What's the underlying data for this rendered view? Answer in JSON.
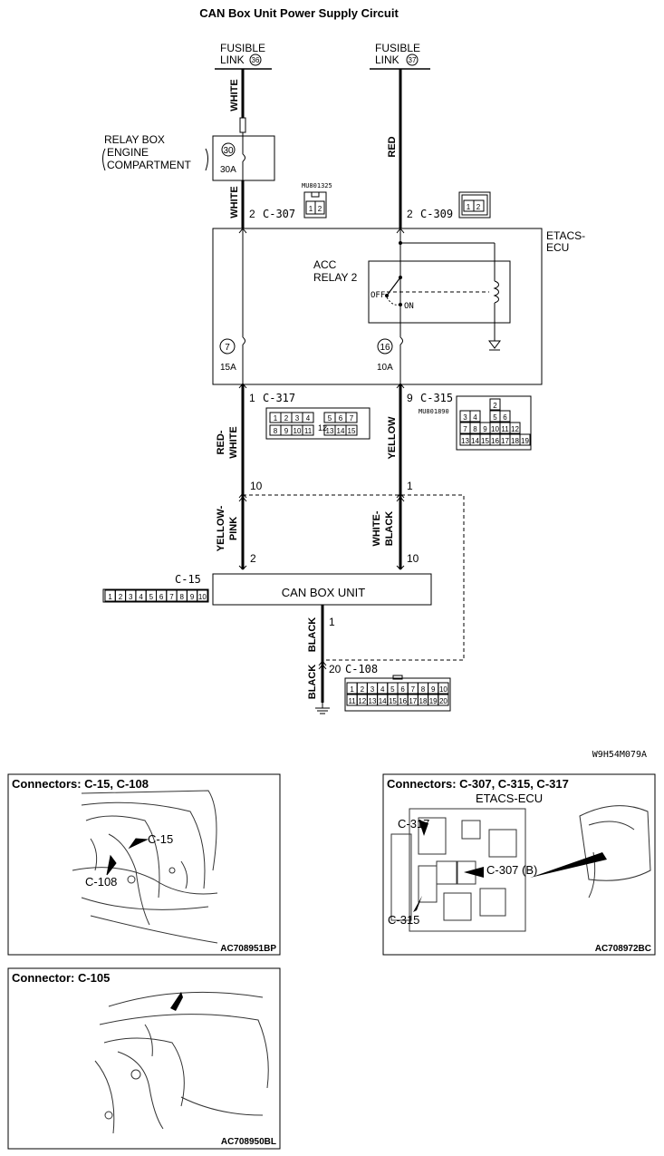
{
  "title": "CAN Box Unit Power Supply Circuit",
  "diagram_code": "W9H54M079A",
  "fusible_links": [
    {
      "label": "FUSIBLE",
      "label2": "LINK",
      "num": "36"
    },
    {
      "label": "FUSIBLE",
      "label2": "LINK",
      "num": "37"
    }
  ],
  "wire_colors": {
    "white_top": "WHITE",
    "white_mid": "WHITE",
    "red": "RED",
    "red_white_1": "RED-",
    "red_white_2": "WHITE",
    "yellow": "YELLOW",
    "yellow_pink_1": "YELLOW-",
    "yellow_pink_2": "PINK",
    "white_black_1": "WHITE-",
    "white_black_2": "BLACK",
    "black_1": "BLACK",
    "black_2": "BLACK"
  },
  "relay_box": {
    "line1": "RELAY BOX",
    "line2": "ENGINE",
    "line3": "COMPARTMENT",
    "fuse_num": "30",
    "fuse_amp": "30A"
  },
  "etacs": {
    "line1": "ETACS-",
    "line2": "ECU",
    "relay_line1": "ACC",
    "relay_line2": "RELAY 2",
    "off": "OFF",
    "on": "ON",
    "fuse1_num": "7",
    "fuse1_amp": "15A",
    "fuse2_num": "16",
    "fuse2_amp": "10A"
  },
  "connectors": {
    "c307": {
      "pin": "2",
      "name": "C-307",
      "part": "MU801325",
      "cells": [
        "1",
        "2"
      ]
    },
    "c309": {
      "pin": "2",
      "name": "C-309",
      "cells": [
        "1",
        "2"
      ]
    },
    "c317": {
      "pin": "1",
      "name": "C-317",
      "row1": [
        "1",
        "2",
        "3",
        "4",
        "",
        "5",
        "6",
        "7"
      ],
      "mid": "12",
      "row2": [
        "8",
        "9",
        "10",
        "11",
        "",
        "13",
        "14",
        "15"
      ]
    },
    "c315": {
      "pin": "9",
      "name": "C-315",
      "part": "MU801890",
      "row1": [
        "",
        "",
        "",
        "2"
      ],
      "row2": [
        "3",
        "4",
        "",
        "5",
        "6"
      ],
      "row3": [
        "7",
        "8",
        "9",
        "10",
        "11",
        "12"
      ],
      "row4": [
        "13",
        "14",
        "15",
        "16",
        "17",
        "18",
        "19"
      ]
    },
    "junction_pins": {
      "left": "10",
      "right": "1"
    },
    "c15": {
      "name": "C-15",
      "pin_left": "2",
      "pin_right": "10",
      "cells": [
        "1",
        "2",
        "3",
        "4",
        "5",
        "6",
        "7",
        "8",
        "9",
        "10"
      ]
    },
    "can_box": "CAN BOX UNIT",
    "can_pin": "1",
    "c108": {
      "pin": "20",
      "name": "C-108",
      "row1": [
        "1",
        "2",
        "3",
        "4",
        "5",
        "6",
        "7",
        "8",
        "9",
        "10"
      ],
      "row2": [
        "11",
        "12",
        "13",
        "14",
        "15",
        "16",
        "17",
        "18",
        "19",
        "20"
      ]
    }
  },
  "panels": [
    {
      "title": "Connectors: C-15, C-108",
      "labels": [
        "C-15",
        "C-108"
      ],
      "code": "AC708951BP"
    },
    {
      "title": "Connectors: C-307, C-315, C-317",
      "labels": [
        "ETACS-ECU",
        "C-317",
        "C-307 (B)",
        "C-315"
      ],
      "code": "AC708972BC"
    },
    {
      "title": "Connector: C-105",
      "labels": [],
      "code": "AC708950BL"
    }
  ]
}
